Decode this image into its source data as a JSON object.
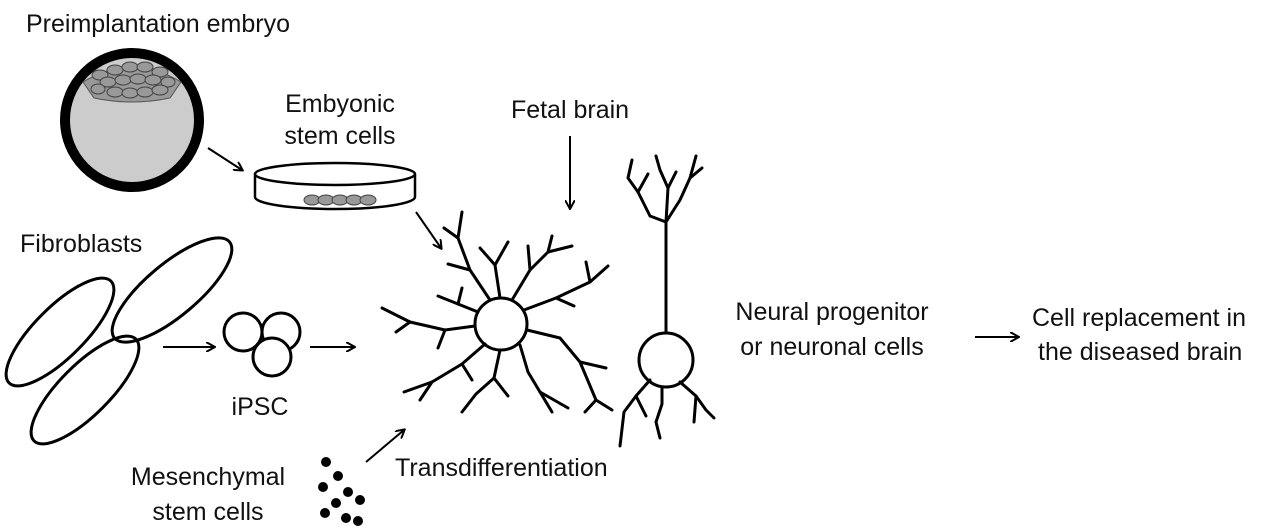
{
  "labels": {
    "preimplantation_embryo": "Preimplantation embryo",
    "embryonic_stem_cells_line1": "Embyonic",
    "embryonic_stem_cells_line2": "stem cells",
    "fetal_brain": "Fetal brain",
    "fibroblasts": "Fibroblasts",
    "ipsc": "iPSC",
    "mesenchymal_line1": "Mesenchymal",
    "mesenchymal_line2": "stem cells",
    "transdifferentiation": "Transdifferentiation",
    "neural_line1": "Neural progenitor",
    "neural_line2": "or neuronal cells",
    "replacement_line1": "Cell replacement in",
    "replacement_line2": "the diseased brain"
  },
  "colors": {
    "stroke": "#000000",
    "embryo_fill": "#cccccc",
    "cell_mass": "#999999"
  }
}
